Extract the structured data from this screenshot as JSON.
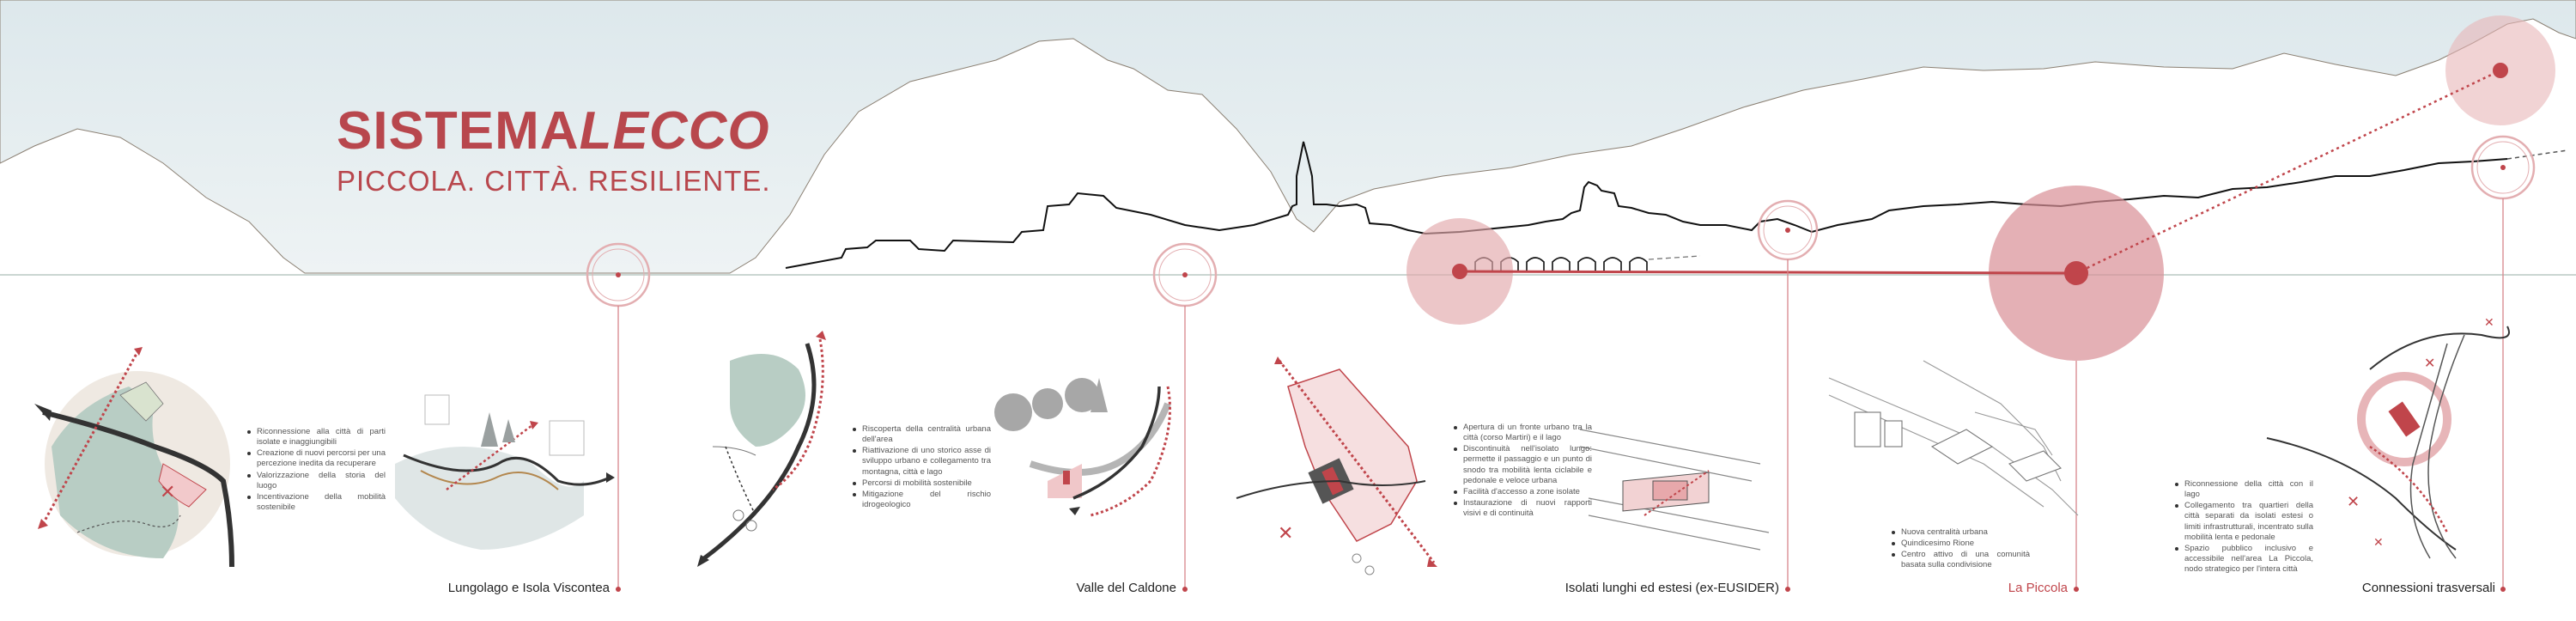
{
  "title": {
    "bold": "SISTEMA",
    "italic": "LECCO",
    "subtitle": "PICCOLA. CITTÀ. RESILIENTE."
  },
  "colors": {
    "accent": "#c0454b",
    "accent_light": "#e8b9bc",
    "mountain_fill": "#e6eef1",
    "skyline": "#111111",
    "lake_green": "#b8cdc4"
  },
  "sections": [
    {
      "label": "Lungolago e Isola Viscontea",
      "bullets": [
        "Riconnessione alla città di parti isolate e inaggiungibili",
        "Creazione di nuovi percorsi per una percezione inedita da recuperare",
        "Valorizzazione della storia del luogo",
        "Incentivazione della mobilità sostenibile"
      ]
    },
    {
      "label": "Valle del Caldone",
      "bullets": [
        "Riscoperta della centralità urbana dell'area",
        "Riattivazione di uno storico asse di sviluppo urbano e collegamento tra montagna, città e lago",
        "Percorsi di mobilità sostenibile",
        "Mitigazione del rischio idrogeologico"
      ]
    },
    {
      "label": "Isolati lunghi ed estesi (ex-EUSIDER)",
      "bullets": [
        "Apertura di un fronte urbano tra la città (corso Martiri) e il lago",
        "Discontinuità nell'isolato lungo: permette il passaggio e un punto di snodo tra mobilità lenta ciclabile e pedonale e veloce urbana",
        "Facilità d'accesso a zone isolate",
        "Instaurazione di nuovi rapporti visivi e di continuità"
      ]
    },
    {
      "label": "La Piccola",
      "bullets": [
        "Nuova centralità urbana",
        "Quindicesimo Rione",
        "Centro attivo di una comunità basata sulla condivisione"
      ]
    },
    {
      "label": "Connessioni trasversali",
      "bullets": [
        "Riconnessione della città con il lago",
        "Collegamento tra quartieri della città separati da isolati estesi o limiti infrastrutturali, incentrato sulla mobilità lenta e pedonale",
        "Spazio pubblico inclusivo e accessibile nell'area La Piccola, nodo strategico per l'intera città"
      ]
    }
  ]
}
